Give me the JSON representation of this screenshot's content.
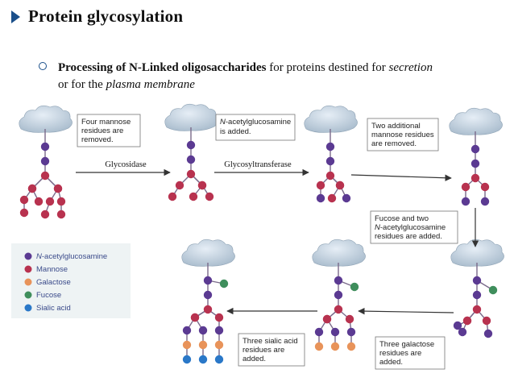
{
  "heading": "Protein glycosylation",
  "subpoint": {
    "bold": "Processing of N-Linked oligosaccharides",
    "text1": " for proteins destined for ",
    "secretion": "secretion",
    "text2": "or for the ",
    "plasma": "plasma membrane"
  },
  "colors": {
    "glcnac": "#5b3a92",
    "mannose": "#b8324f",
    "galactose": "#e8935a",
    "fucose": "#3f8e5c",
    "sialic": "#2a78c8",
    "bullet": "#1a4f8a"
  },
  "enzymes": {
    "step1": "Glycosidase",
    "step2": "Glycosyltransferase"
  },
  "notes": {
    "n1": [
      "Four mannose",
      "residues are",
      "removed."
    ],
    "n2_it": "N",
    "n2_first": "-acetylglucosamine",
    "n2_second": "is added.",
    "n3": [
      "Two additional",
      "mannose residues",
      "are removed."
    ],
    "n4_line1": "Fucose and two",
    "n4_it": "N",
    "n4_line2": "-acetylglucosamine",
    "n4_line3": "residues are added.",
    "n5": [
      "Three galactose",
      "residues are",
      "added."
    ],
    "n6": [
      "Three sialic acid",
      "residues are",
      "added."
    ]
  },
  "legend": {
    "glcnac_it": "N",
    "glcnac": "-acetylglucosamine",
    "mannose": "Mannose",
    "galactose": "Galactose",
    "fucose": "Fucose",
    "sialic": "Sialic acid"
  }
}
